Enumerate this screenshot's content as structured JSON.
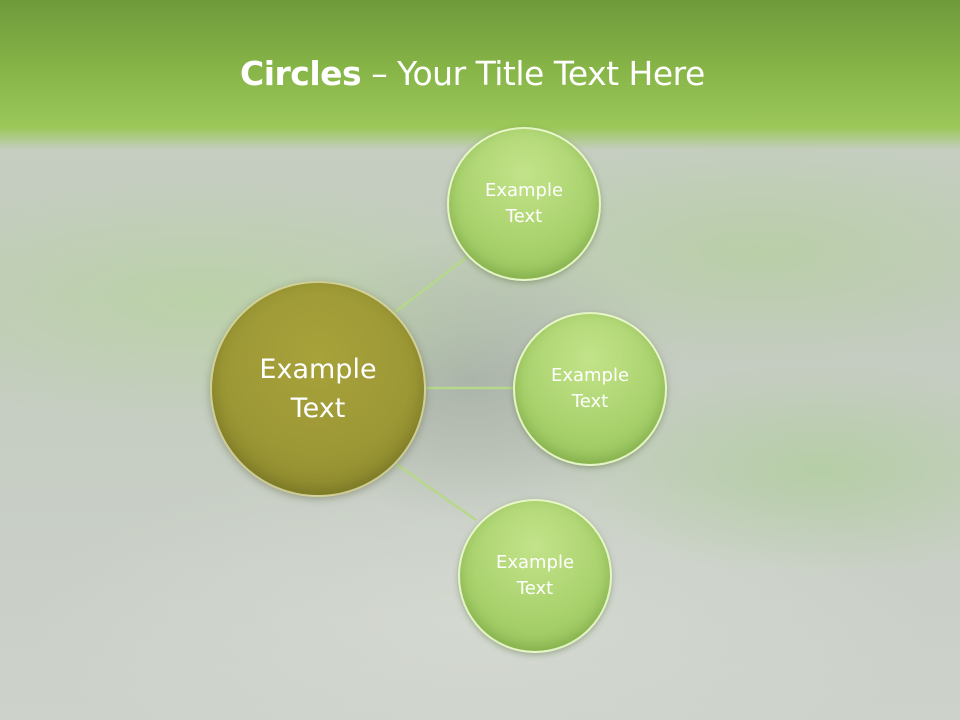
{
  "title": {
    "bold_part": "Circles",
    "rest_part": " – Your Title Text Here"
  },
  "diagram": {
    "center": {
      "label": "Example\nText",
      "color": "#9c9836"
    },
    "nodes": [
      {
        "label": "Example\nText",
        "color": "#a9d26d"
      },
      {
        "label": "Example\nText",
        "color": "#a9d26d"
      },
      {
        "label": "Example\nText",
        "color": "#a9d26d"
      }
    ],
    "connector_color": "#b7d88a"
  }
}
